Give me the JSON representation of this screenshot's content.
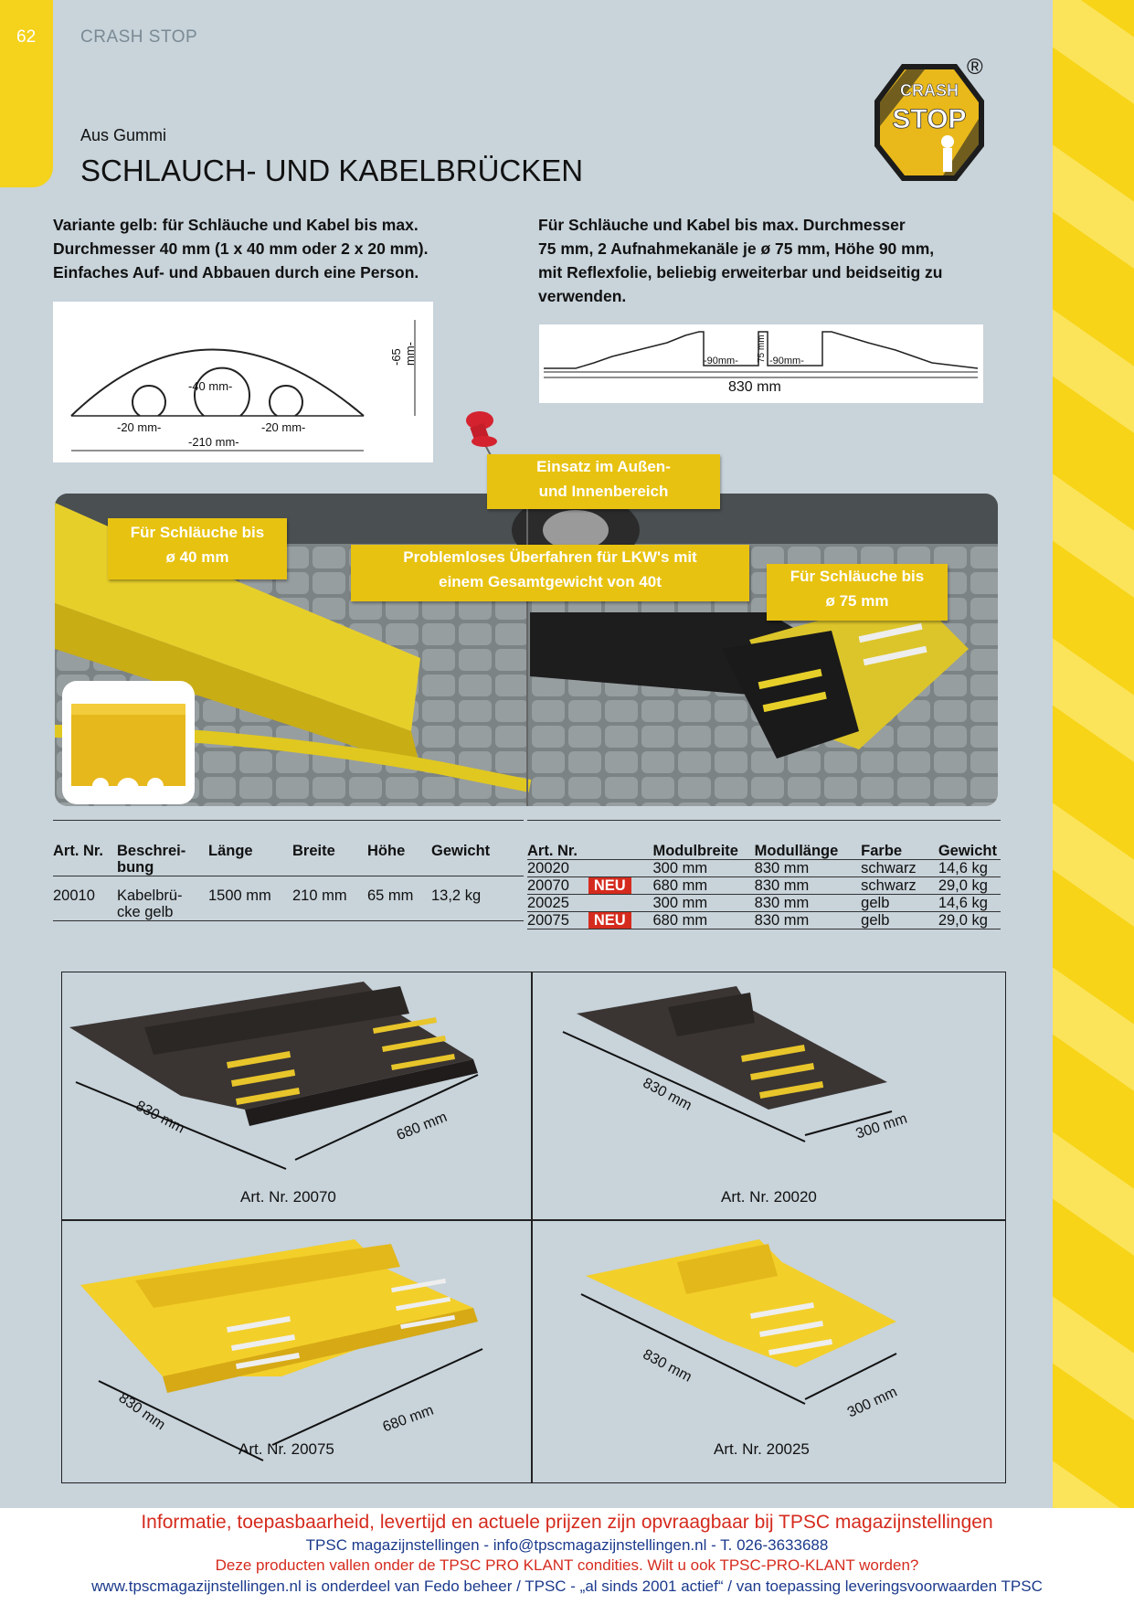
{
  "header": {
    "page_number": "62",
    "brand": "CRASH STOP"
  },
  "logo": {
    "text_top": "CRASH",
    "text_bottom": "STOP",
    "registered": "®"
  },
  "subtitle": "Aus Gummi",
  "title": "SCHLAUCH- UND KABELBRÜCKEN",
  "desc_left": [
    "Variante gelb:  für Schläuche und Kabel bis max.",
    "Durchmesser 40 mm (1 x 40 mm oder 2 x 20 mm).",
    "Einfaches Auf- und Abbauen durch eine Person."
  ],
  "desc_right": [
    "Für Schläuche und Kabel bis max. Durchmesser",
    "75 mm, 2 Aufnahmekanäle je ø 75 mm, Höhe 90 mm,",
    "mit Reflexfolie, beliebig erweiterbar und beidseitig zu",
    "verwenden."
  ],
  "diagram_left": {
    "d40": "-40 mm-",
    "d20a": "-20 mm-",
    "d20b": "-20 mm-",
    "width": "-210 mm-",
    "height": "-65 mm-"
  },
  "diagram_right": {
    "w90a": "-90mm-",
    "h75": "75 mm",
    "w90b": "-90mm-",
    "total": "830 mm"
  },
  "callouts": {
    "c1": [
      "Einsatz im Außen-",
      "und Innenbereich"
    ],
    "c2": [
      "Für Schläuche bis",
      "ø 40 mm"
    ],
    "c3": [
      "Problemloses Überfahren für LKW's mit",
      "einem Gesamtgewicht von 40t"
    ],
    "c4": [
      "Für Schläuche bis",
      "ø 75 mm"
    ]
  },
  "table_left": {
    "headers": [
      "Art. Nr.",
      "Beschrei-bung",
      "Länge",
      "Breite",
      "Höhe",
      "Gewicht"
    ],
    "rows": [
      [
        "20010",
        "Kabelbrü-cke gelb",
        "1500 mm",
        "210 mm",
        "65 mm",
        "13,2 kg"
      ]
    ]
  },
  "table_right": {
    "headers": [
      "Art. Nr.",
      "",
      "Modulbreite",
      "Modullänge",
      "Farbe",
      "Gewicht"
    ],
    "rows": [
      [
        "20020",
        "",
        "300 mm",
        "830 mm",
        "schwarz",
        "14,6 kg"
      ],
      [
        "20070",
        "NEU",
        "680 mm",
        "830 mm",
        "schwarz",
        "29,0 kg"
      ],
      [
        "20025",
        "",
        "300 mm",
        "830 mm",
        "gelb",
        "14,6 kg"
      ],
      [
        "20075",
        "NEU",
        "680 mm",
        "830 mm",
        "gelb",
        "29,0 kg"
      ]
    ]
  },
  "products": [
    {
      "caption": "Art. Nr. 20070",
      "len": "830 mm",
      "width": "680 mm",
      "color": "black"
    },
    {
      "caption": "Art. Nr. 20020",
      "len": "830 mm",
      "width": "300 mm",
      "color": "black"
    },
    {
      "caption": "Art. Nr. 20075",
      "len": "830 mm",
      "width": "680 mm",
      "color": "yellow"
    },
    {
      "caption": "Art. Nr. 20025",
      "len": "830 mm",
      "width": "300 mm",
      "color": "yellow"
    }
  ],
  "footer": {
    "line1": "Informatie, toepasbaarheid, levertijd en actuele prijzen zijn opvraagbaar bij TPSC magazijnstellingen",
    "line2": "TPSC magazijnstellingen - info@tpscmagazijnstellingen.nl - T. 026-3633688",
    "line3": "Deze producten vallen onder de TPSC PRO KLANT condities. Wilt u ook TPSC-PRO-KLANT worden?",
    "line4": "www.tpscmagazijnstellingen.nl is onderdeel van Fedo beheer / TPSC - „al sinds 2001 actief“ / van toepassing leveringsvoorwaarden TPSC"
  },
  "colors": {
    "accent_yellow": "#f5d21c",
    "footer_red": "#d52b1e",
    "footer_blue": "#1b3a8c",
    "neu_red": "#d52b1e"
  }
}
